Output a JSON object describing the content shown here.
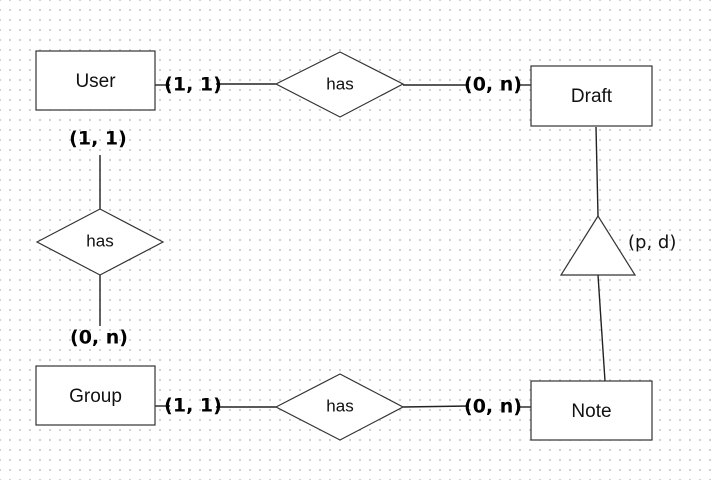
{
  "entities": {
    "user": "User",
    "draft": "Draft",
    "group": "Group",
    "note": "Note"
  },
  "relationships": {
    "user_draft": "has",
    "user_group": "has",
    "group_note": "has"
  },
  "cardinalities": {
    "user_draft_user_side": "(1, 1)",
    "user_draft_draft_side": "(0, n)",
    "user_group_user_side": "(1, 1)",
    "user_group_group_side": "(0, n)",
    "group_note_group_side": "(1, 1)",
    "group_note_note_side": "(0, n)"
  },
  "specialization": {
    "constraint": "(p, d)"
  }
}
